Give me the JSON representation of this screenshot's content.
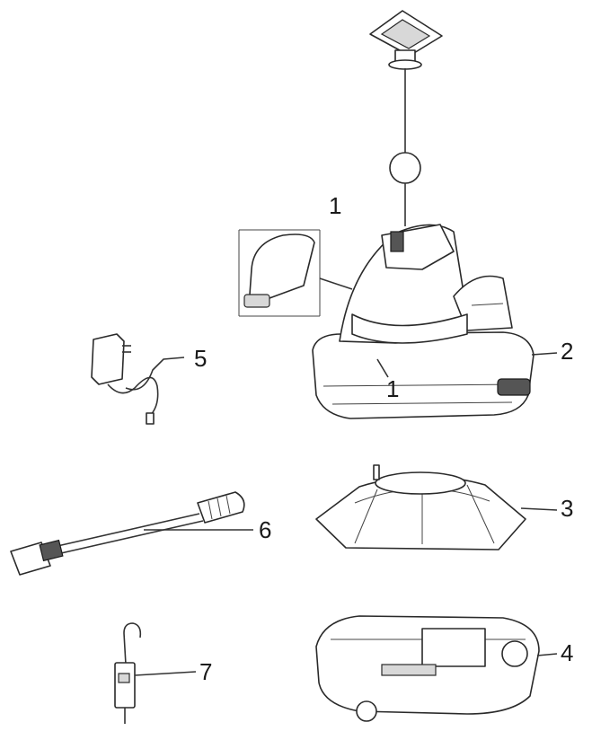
{
  "callouts": {
    "c1_top": "1",
    "c1_body": "1",
    "c2": "2",
    "c3": "3",
    "c4": "4",
    "c5": "5",
    "c6": "6",
    "c7": "7"
  },
  "colors": {
    "line": "#2a2a2a",
    "shade": "#d8d8d8",
    "background": "#ffffff"
  }
}
